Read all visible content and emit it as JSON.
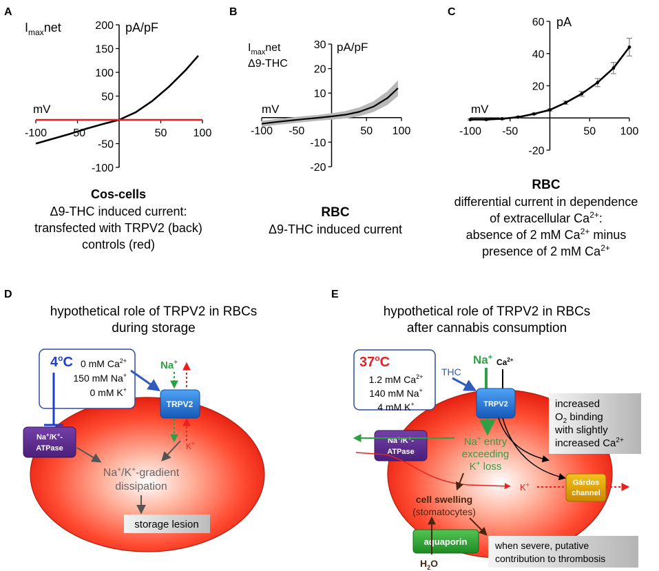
{
  "colors": {
    "red": "#e8201f",
    "blue_text": "#1d3fd0",
    "green": "#2ea043",
    "trpv2": "#2a7de1",
    "atpase": "#5b2a8f",
    "aquaporin": "#2fa234",
    "gardos": "#d9a400",
    "brown": "#4a2610",
    "grey_text": "#6a6a6a"
  },
  "panelA": {
    "letter": "A",
    "y_title_main": "I",
    "y_title_sub": "max",
    "y_title_rest": "net",
    "unit_y": "pA/pF",
    "unit_x": "mV",
    "caption_title": "Cos-cells",
    "caption_lines": [
      "Δ9-THC induced current:",
      "transfected with TRPV2 (back)",
      "controls (red)"
    ]
  },
  "panelB": {
    "letter": "B",
    "y_title_main": "I",
    "y_title_sub": "max",
    "y_title_rest": "net",
    "y_title_line2": "Δ9-THC",
    "unit_y": "pA/pF",
    "unit_x": "mV",
    "caption_title": "RBC",
    "caption_line": "Δ9-THC induced current"
  },
  "panelC": {
    "letter": "C",
    "unit_y": "pA",
    "unit_x": "mV",
    "caption_title": "RBC",
    "caption_line1": "differential current in dependence",
    "caption_line2_a": "of extracellular Ca",
    "caption_line2_sup": "2+",
    "caption_line2_b": ":",
    "caption_line3": "absence of 2 mM Ca",
    "caption_line3_sup": "2+",
    "caption_line3_b": " minus",
    "caption_line4": "presence of 2 mM Ca",
    "caption_line4_sup": "2+"
  },
  "chart_data": [
    {
      "type": "line",
      "panel": "A",
      "xlabel": "mV",
      "ylabel": "pA/pF",
      "xlim": [
        -100,
        100
      ],
      "ylim": [
        -100,
        200
      ],
      "x_ticks": [
        -100,
        -50,
        50,
        100
      ],
      "y_ticks": [
        -100,
        -50,
        50,
        100,
        150,
        200
      ],
      "series": [
        {
          "color": "#000000",
          "x": [
            -100,
            -80,
            -60,
            -40,
            -20,
            0,
            20,
            40,
            60,
            80,
            95
          ],
          "y": [
            -50,
            -40,
            -30,
            -19,
            -9,
            0,
            16,
            40,
            70,
            105,
            135
          ]
        },
        {
          "color": "#e8201f",
          "x": [
            -100,
            100
          ],
          "y": [
            0,
            0
          ]
        }
      ]
    },
    {
      "type": "line",
      "panel": "B",
      "xlabel": "mV",
      "ylabel": "pA/pF",
      "xlim": [
        -100,
        100
      ],
      "ylim": [
        -20,
        30
      ],
      "x_ticks": [
        -100,
        -50,
        50,
        100
      ],
      "y_ticks": [
        -20,
        -10,
        10,
        20,
        30
      ],
      "series": [
        {
          "color": "#000000",
          "x": [
            -100,
            -80,
            -60,
            -40,
            -20,
            0,
            20,
            40,
            60,
            80,
            95
          ],
          "y": [
            -2.5,
            -1.8,
            -1.2,
            -0.6,
            -0.1,
            0.5,
            1.2,
            2.4,
            4.5,
            8.0,
            12.0
          ],
          "error": [
            1.2,
            1.2,
            1.2,
            1.2,
            1.2,
            1.3,
            1.5,
            1.8,
            2.2,
            2.8,
            3.2
          ]
        }
      ]
    },
    {
      "type": "line",
      "panel": "C",
      "xlabel": "mV",
      "ylabel": "pA",
      "xlim": [
        -100,
        100
      ],
      "ylim": [
        -20,
        60
      ],
      "x_ticks": [
        -100,
        -50,
        50,
        100
      ],
      "y_ticks": [
        -20,
        20,
        40,
        60
      ],
      "series": [
        {
          "color": "#000000",
          "x": [
            -100,
            -80,
            -60,
            -40,
            -20,
            0,
            20,
            40,
            60,
            80,
            100
          ],
          "y": [
            -1,
            -1,
            -0.5,
            0.5,
            2.5,
            5,
            9.5,
            15,
            22,
            31,
            44
          ],
          "error": [
            0.5,
            0.5,
            0.5,
            0.5,
            0.5,
            0.7,
            1,
            1.5,
            2.5,
            3.5,
            5.5
          ]
        }
      ]
    }
  ],
  "panelD": {
    "letter": "D",
    "title1": "hypothetical role of TRPV2 in RBCs",
    "title2": "during storage",
    "temp": "4",
    "temp_sup": "o",
    "temp_unit": "C",
    "cond1_a": "0 mM Ca",
    "cond1_sup": "2+",
    "cond2_a": "150 mM Na",
    "cond2_sup": "+",
    "cond3_a": "0 mM K",
    "cond3_sup": "+",
    "na": "Na",
    "na_sup": "+",
    "k": "K",
    "k_sup": "+",
    "trpv2": "TRPV2",
    "atpase_l1": "Na",
    "atpase_l1_sup1": "+",
    "atpase_l1_mid": "/K",
    "atpase_l1_sup2": "+",
    "atpase_l1_end": "-",
    "atpase_l2": "ATPase",
    "grad_l1_a": "Na",
    "grad_l1_sup1": "+",
    "grad_l1_mid": "/K",
    "grad_l1_sup2": "+",
    "grad_l1_end": "-gradient",
    "grad_l2": "dissipation",
    "lesion": "storage lesion"
  },
  "panelE": {
    "letter": "E",
    "title1": "hypothetical role of TRPV2 in RBCs",
    "title2": "after cannabis consumption",
    "temp": "37",
    "temp_sup": "o",
    "temp_unit": "C",
    "cond1_a": "1.2 mM Ca",
    "cond1_sup": "2+",
    "cond2_a": "140 mM Na",
    "cond2_sup": "+",
    "cond3_a": "4 mM K",
    "cond3_sup": "+",
    "thc": "THC",
    "na": "Na",
    "na_sup": "+",
    "ca": "Ca",
    "ca_sup": "2+",
    "trpv2": "TRPV2",
    "o2_l1": "increased",
    "o2_l2_a": "O",
    "o2_l2_sub": "2",
    "o2_l2_b": " binding",
    "o2_l3": "with slightly",
    "o2_l4_a": "increased Ca",
    "o2_l4_sup": "2+",
    "atpase_l1": "Na",
    "atpase_l1_sup1": "+",
    "atpase_l1_mid": "/K",
    "atpase_l1_sup2": "+",
    "atpase_l1_end": "-",
    "atpase_l2": "ATPase",
    "entry_l1_a": "Na",
    "entry_l1_sup": "+",
    "entry_l1_b": " entry",
    "entry_l2": "exceeding",
    "entry_l3_a": "K",
    "entry_l3_sup": "+",
    "entry_l3_b": " loss",
    "k": "K",
    "k_sup": "+",
    "gardos_l1": "Gárdos",
    "gardos_l2": "channel",
    "swell_l1": "cell swelling",
    "swell_l2": "(stomatocytes)",
    "aquaporin": "aquaporin",
    "h2o_a": "H",
    "h2o_sub": "2",
    "h2o_b": "O",
    "thromb_l1": "when severe, putative",
    "thromb_l2": "contribution to thrombosis"
  }
}
